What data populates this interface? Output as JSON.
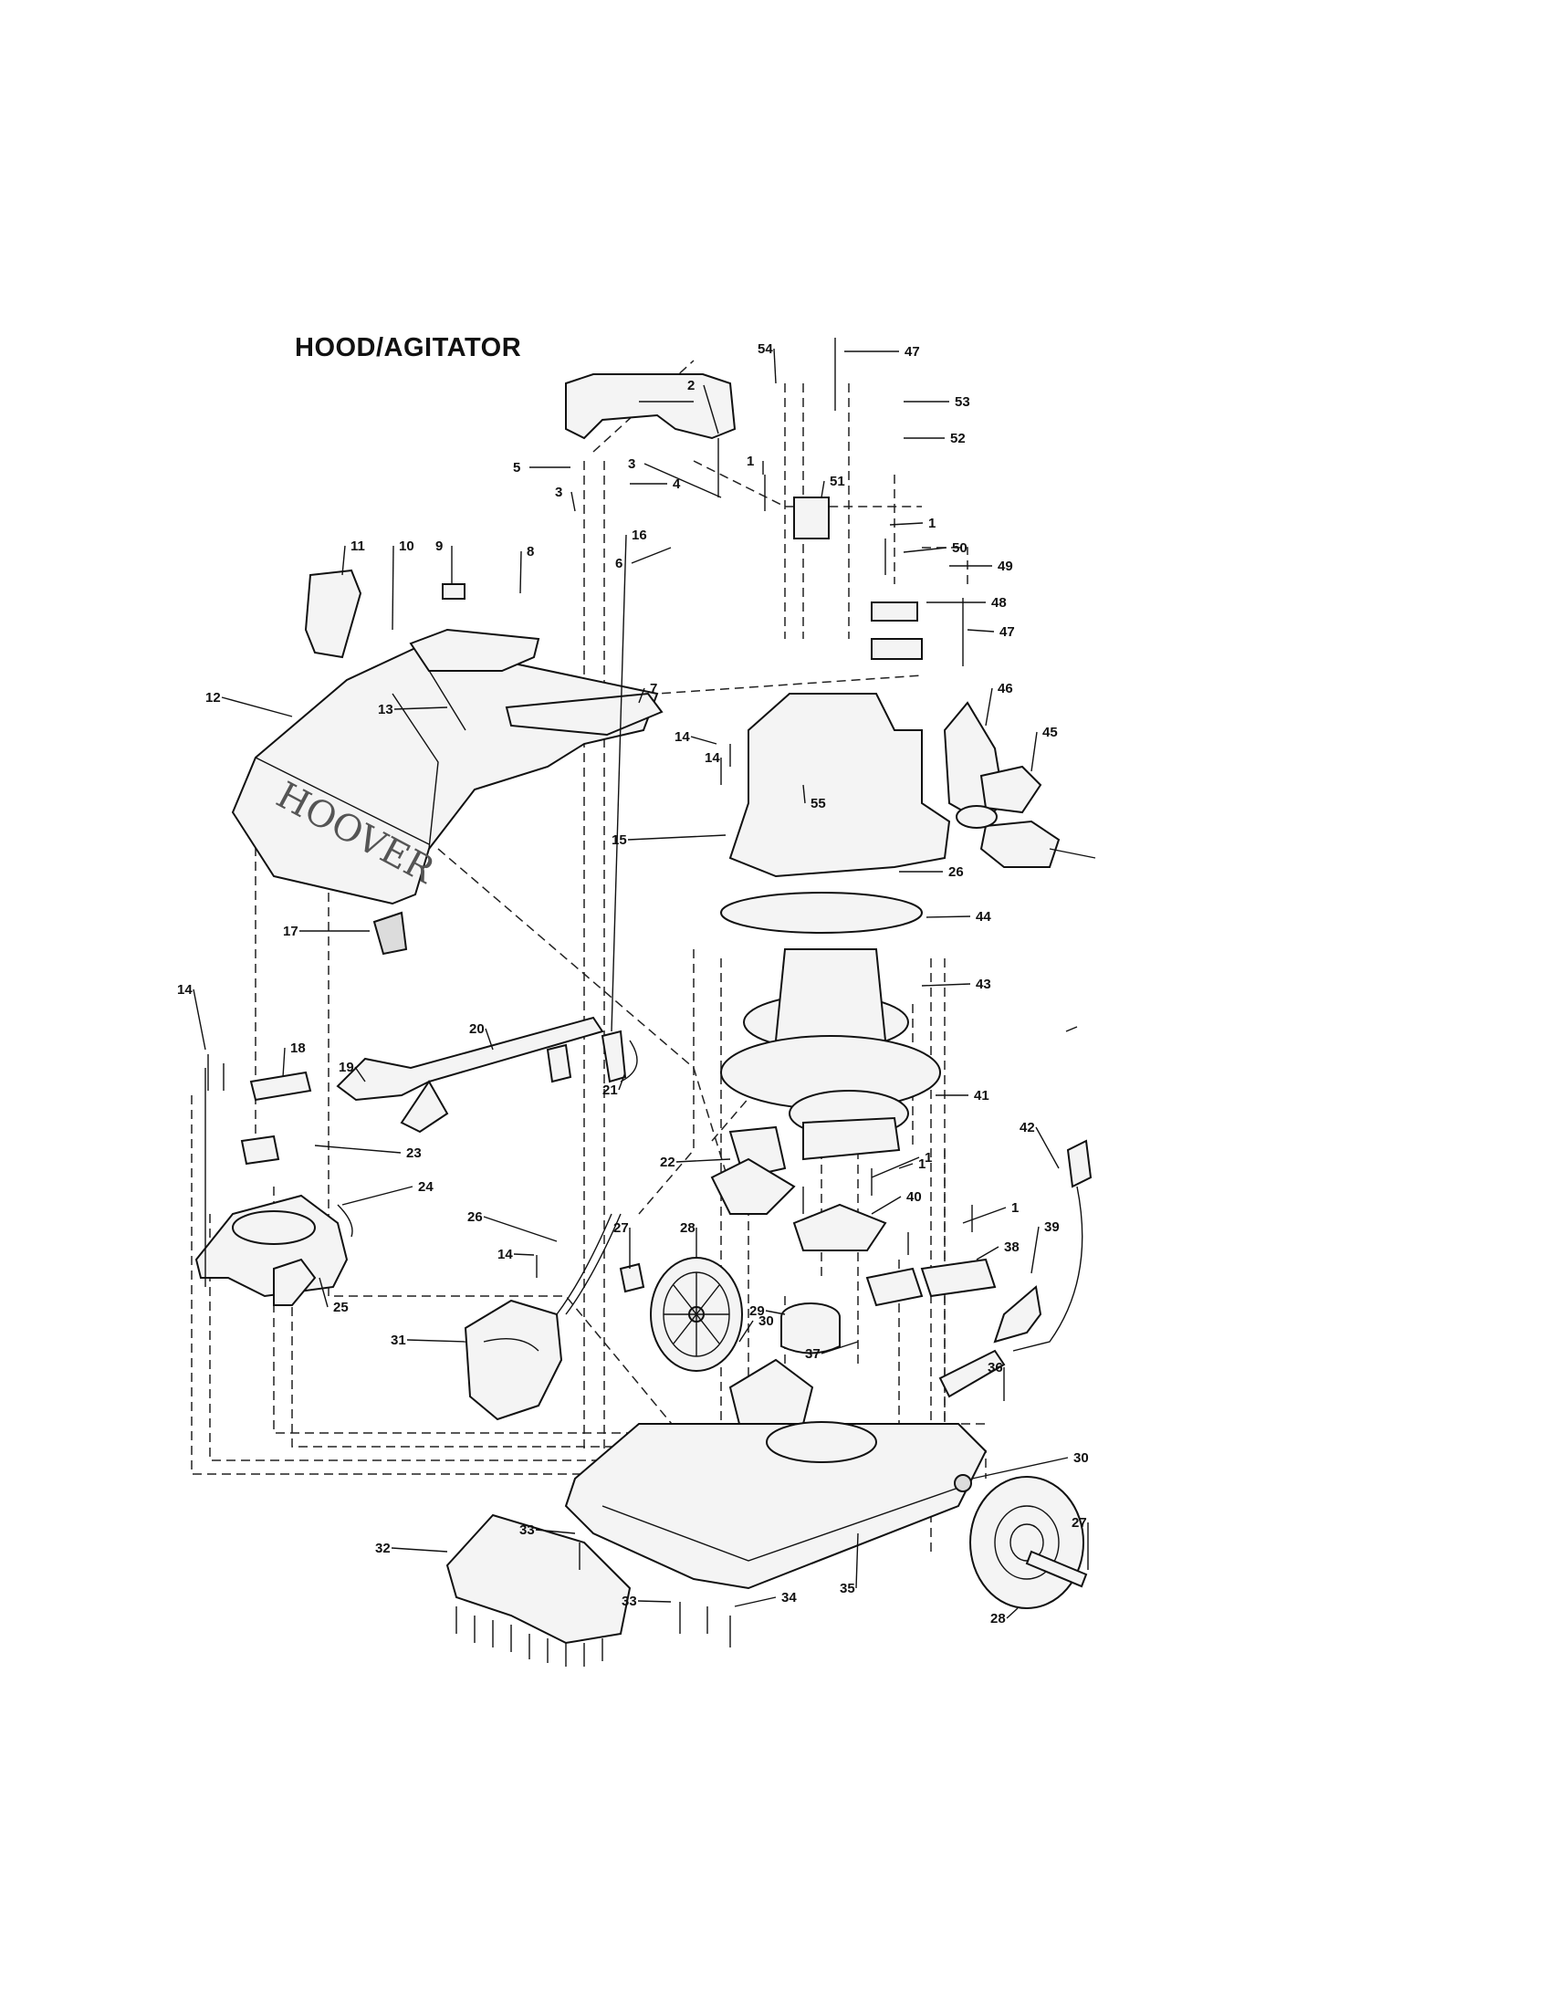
{
  "title": "HOOD/AGITATOR",
  "hood_brand": "HOOVER",
  "callouts": [
    "1",
    "1",
    "1",
    "1",
    "1",
    "2",
    "3",
    "3",
    "4",
    "5",
    "6",
    "7",
    "8",
    "9",
    "10",
    "11",
    "12",
    "13",
    "14",
    "14",
    "14",
    "14",
    "15",
    "16",
    "17",
    "18",
    "19",
    "20",
    "21",
    "22",
    "23",
    "24",
    "25",
    "26",
    "26",
    "27",
    "27",
    "28",
    "28",
    "29",
    "30",
    "30",
    "31",
    "32",
    "33",
    "33",
    "34",
    "35",
    "36",
    "37",
    "38",
    "39",
    "40",
    "41",
    "42",
    "43",
    "44",
    "45",
    "46",
    "47",
    "47",
    "48",
    "49",
    "50",
    "51",
    "52",
    "53",
    "54",
    "55"
  ]
}
